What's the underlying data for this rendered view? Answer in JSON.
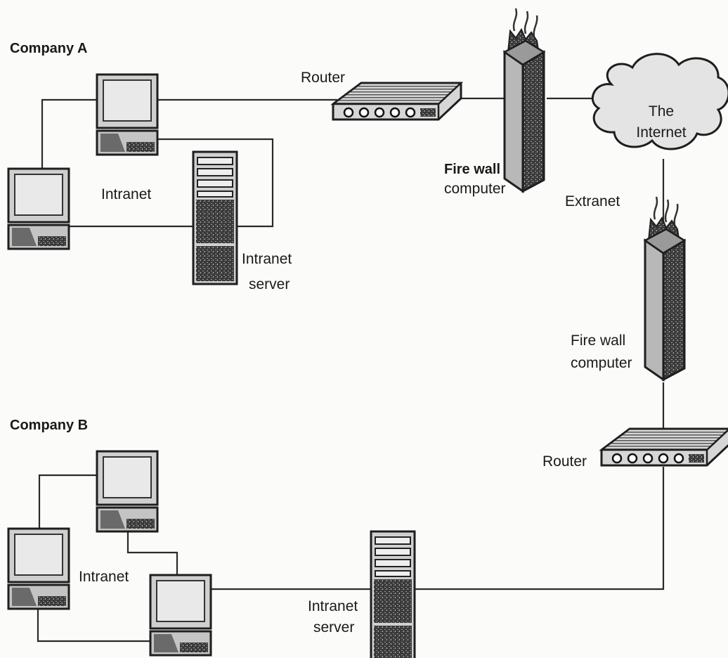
{
  "labels": {
    "company_a": "Company A",
    "company_b": "Company B",
    "router_a": "Router",
    "router_b": "Router",
    "firewall_a": [
      "Fire wall",
      "computer"
    ],
    "firewall_b": [
      "Fire wall",
      "computer"
    ],
    "internet": [
      "The",
      "Internet"
    ],
    "extranet": "Extranet",
    "intranet_a": "Intranet",
    "intranet_b": "Intranet",
    "server_a": [
      "Intranet",
      "server"
    ],
    "server_b": [
      "Intranet",
      "server"
    ]
  },
  "icons": {
    "workstation": "desktop-computer-icon",
    "server": "tower-server-icon",
    "router": "router-icon",
    "firewall": "firewall-icon",
    "cloud": "cloud-icon"
  }
}
